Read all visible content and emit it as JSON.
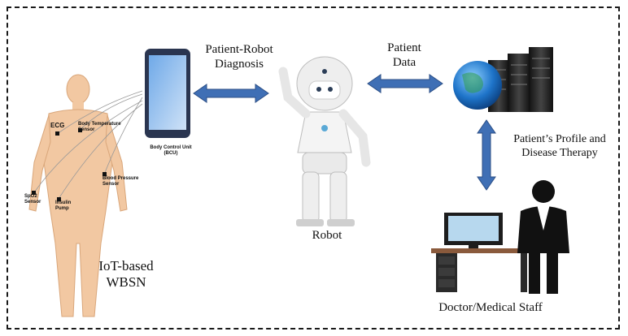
{
  "labels": {
    "patient_robot": "Patient-Robot\nDiagnosis",
    "patient_data": "Patient\nData",
    "profile_therapy": "Patient’s Profile and\nDisease Therapy",
    "robot": "Robot",
    "wbsn": "IoT-based\nWBSN",
    "doctor": "Doctor/Medical Staff",
    "bcu": "Body Control Unit\n(BCU)"
  },
  "sensors": {
    "ecg": "ECG",
    "temperature": "Body Temperature\nSensor",
    "blood_pressure": "Blood Pressure\nSensor",
    "spo2": "SpO2\nSensor",
    "insulin": "Insulin\nPump"
  },
  "colors": {
    "arrow": "#3f6fb5",
    "skin": "#f2c8a2",
    "phone": "#2a3550",
    "globe": "#1e74c9"
  }
}
